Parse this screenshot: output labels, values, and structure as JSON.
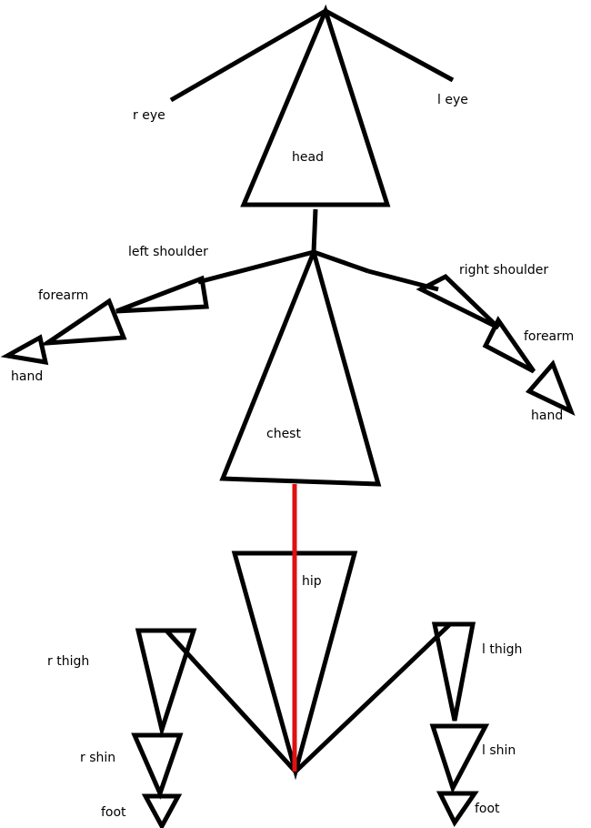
{
  "colors": {
    "background": "#ffffff",
    "bone": "#000000",
    "spine": "#dd1111"
  },
  "labels": {
    "r_eye": "r eye",
    "l_eye": "l eye",
    "head": "head",
    "left_shoulder": "left shoulder",
    "left_forearm": "forearm",
    "left_hand": "hand",
    "right_shoulder": "right shoulder",
    "right_forearm": "forearm",
    "right_hand": "hand",
    "chest": "chest",
    "hip": "hip",
    "r_thigh": "r thigh",
    "r_shin": "r shin",
    "r_foot": "foot",
    "l_thigh": "l thigh",
    "l_shin": "l shin",
    "l_foot": "foot"
  }
}
